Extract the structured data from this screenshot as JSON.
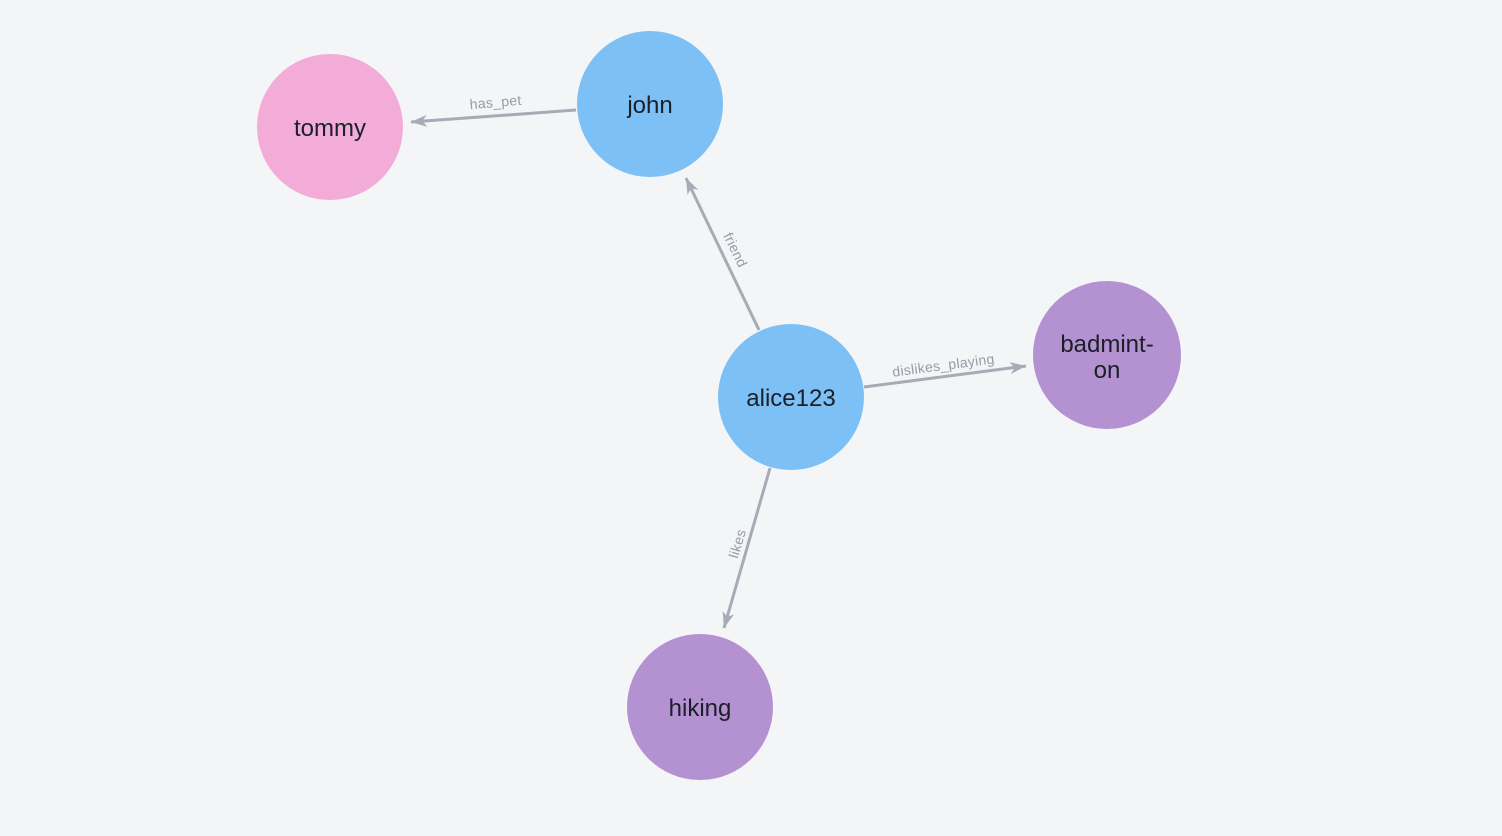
{
  "graph": {
    "background_color": "#f4f5f6",
    "edge_color": "#a6abb6",
    "edge_label_color": "#959ba8",
    "node_label_color": "#1b1f27",
    "node_colors": {
      "person": "#7cc0f6",
      "pet": "#f2acd7",
      "activity": "#b492d2"
    },
    "nodes": [
      {
        "id": "tommy",
        "label": "tommy",
        "color": "#f2acd7"
      },
      {
        "id": "john",
        "label": "john",
        "color": "#7cc0f6"
      },
      {
        "id": "alice123",
        "label": "alice123",
        "color": "#7cc0f6"
      },
      {
        "id": "badminton",
        "label_lines": [
          "badmint-",
          "on"
        ],
        "color": "#b492d2"
      },
      {
        "id": "hiking",
        "label": "hiking",
        "color": "#b492d2"
      }
    ],
    "edges": [
      {
        "from": "john",
        "to": "tommy",
        "label": "has_pet"
      },
      {
        "from": "alice123",
        "to": "john",
        "label": "friend"
      },
      {
        "from": "alice123",
        "to": "badminton",
        "label": "dislikes_playing"
      },
      {
        "from": "alice123",
        "to": "hiking",
        "label": "likes"
      }
    ]
  }
}
